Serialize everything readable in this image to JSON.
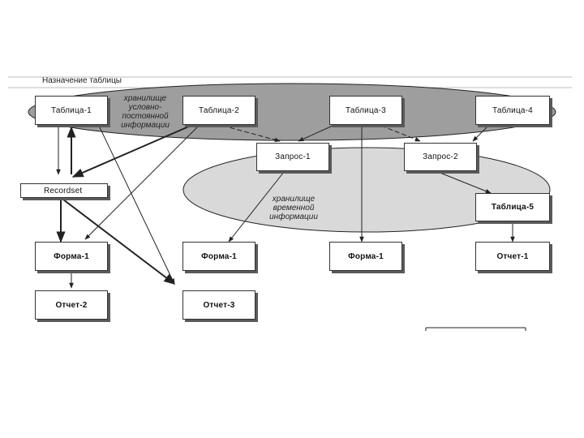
{
  "caption": "Назначение таблицы",
  "nodes": {
    "t1": "Таблица-1",
    "t2": "Таблица-2",
    "t3": "Таблица-3",
    "t4": "Таблица-4",
    "t5": "Таблица-5",
    "q1": "Запрос-1",
    "q2": "Запрос-2",
    "recordset": "Recordset",
    "f1a": "Форма-1",
    "f1b": "Форма-1",
    "f1c": "Форма-1",
    "rep1": "Отчет-1",
    "rep2": "Отчет-2",
    "rep3": "Отчет-3"
  },
  "regions": {
    "permanent": "хранилище условно-постоянной информации",
    "temporary": "хранилище временной информации"
  }
}
